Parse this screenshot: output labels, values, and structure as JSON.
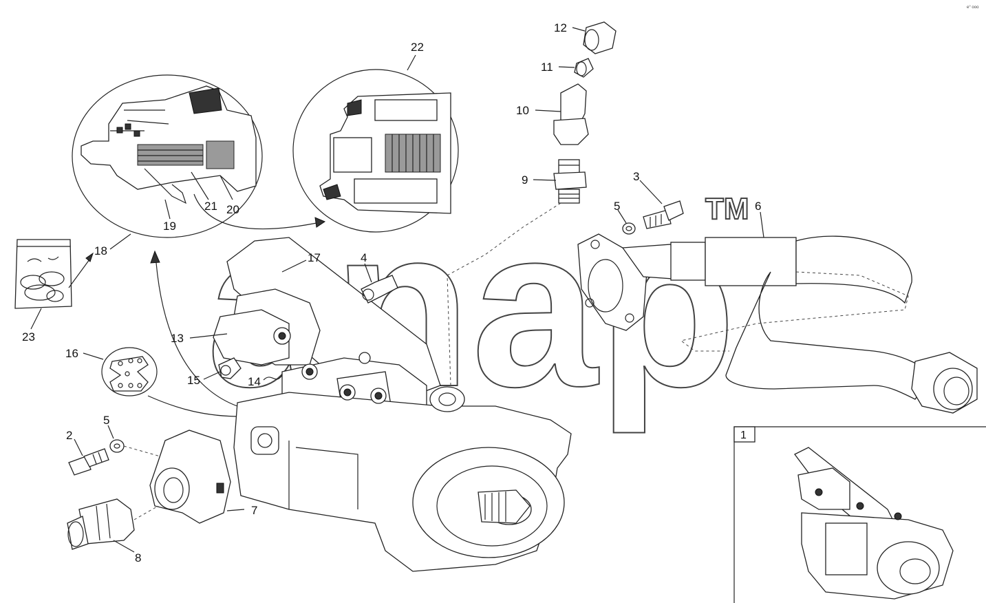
{
  "watermark": {
    "text": "anap",
    "tm": "TM"
  },
  "corner_mark": "e° ooo",
  "inset": {
    "label": "1"
  },
  "callouts": [
    {
      "id": "c1",
      "text": "12"
    },
    {
      "id": "c2",
      "text": "11"
    },
    {
      "id": "c3",
      "text": "10"
    },
    {
      "id": "c4",
      "text": "9"
    },
    {
      "id": "c5",
      "text": "3"
    },
    {
      "id": "c6",
      "text": "5"
    },
    {
      "id": "c7",
      "text": "6"
    },
    {
      "id": "c8",
      "text": "22"
    },
    {
      "id": "c9",
      "text": "21"
    },
    {
      "id": "c10",
      "text": "20"
    },
    {
      "id": "c11",
      "text": "19"
    },
    {
      "id": "c12",
      "text": "18"
    },
    {
      "id": "c13",
      "text": "23"
    },
    {
      "id": "c14",
      "text": "17"
    },
    {
      "id": "c15",
      "text": "4"
    },
    {
      "id": "c16",
      "text": "13"
    },
    {
      "id": "c17",
      "text": "16"
    },
    {
      "id": "c18",
      "text": "15"
    },
    {
      "id": "c19",
      "text": "14"
    },
    {
      "id": "c20",
      "text": "5"
    },
    {
      "id": "c21",
      "text": "2"
    },
    {
      "id": "c22",
      "text": "7"
    },
    {
      "id": "c23",
      "text": "8"
    }
  ]
}
